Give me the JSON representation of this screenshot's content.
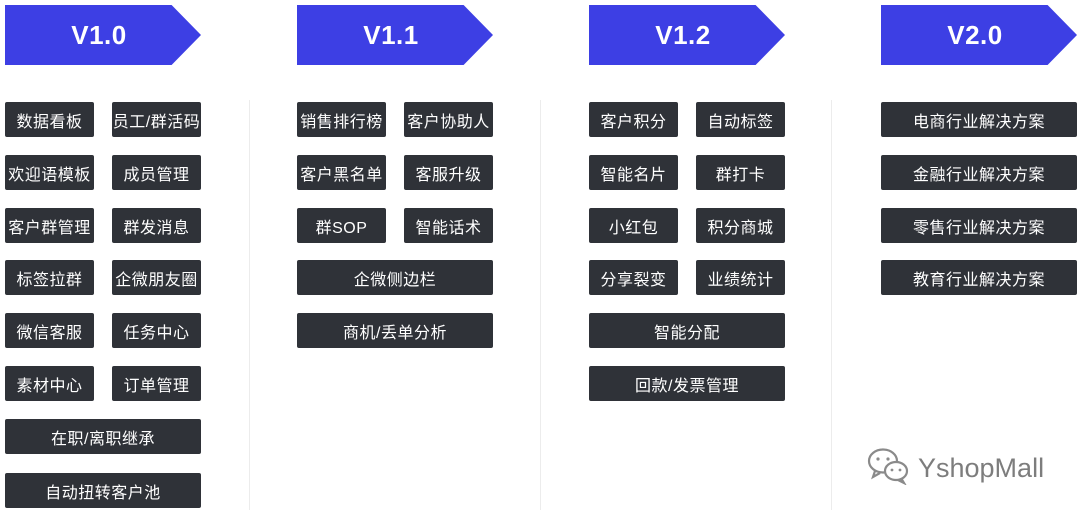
{
  "versions": {
    "v10": {
      "title": "V1.0",
      "items": [
        "数据看板",
        "员工/群活码",
        "欢迎语模板",
        "成员管理",
        "客户群管理",
        "群发消息",
        "标签拉群",
        "企微朋友圈",
        "微信客服",
        "任务中心",
        "素材中心",
        "订单管理",
        "在职/离职继承",
        "自动扭转客户池"
      ]
    },
    "v11": {
      "title": "V1.1",
      "items": [
        "销售排行榜",
        "客户协助人",
        "客户黑名单",
        "客服升级",
        "群SOP",
        "智能话术",
        "企微侧边栏",
        "商机/丢单分析"
      ]
    },
    "v12": {
      "title": "V1.2",
      "items": [
        "客户积分",
        "自动标签",
        "智能名片",
        "群打卡",
        "小红包",
        "积分商城",
        "分享裂变",
        "业绩统计",
        "智能分配",
        "回款/发票管理"
      ]
    },
    "v20": {
      "title": "V2.0",
      "items": [
        "电商行业解决方案",
        "金融行业解决方案",
        "零售行业解决方案",
        "教育行业解决方案"
      ]
    }
  },
  "brand": {
    "name": "YshopMall",
    "icon": "wechat-icon"
  },
  "colors": {
    "arrow": "#3d3fe4",
    "box": "#2f3238",
    "text": "#ffffff"
  }
}
